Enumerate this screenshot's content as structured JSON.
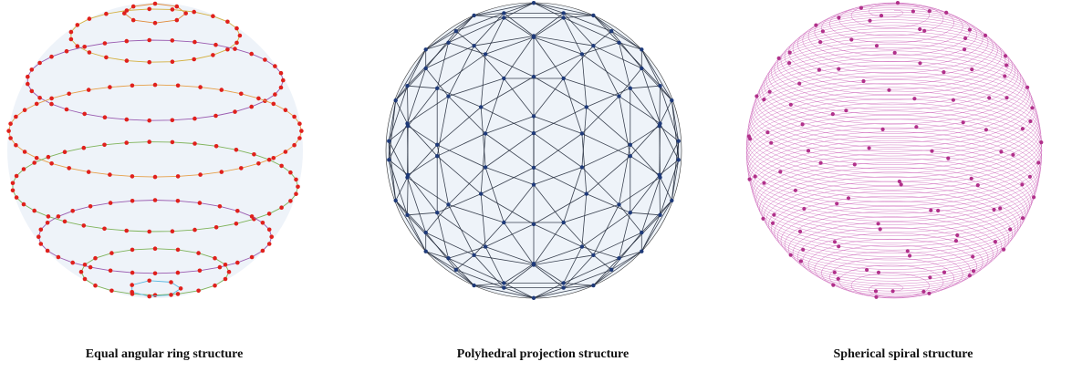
{
  "panels": [
    {
      "caption": "Equal angular ring structure",
      "style": "rings",
      "node_color": "#e0201c",
      "ring_colors": [
        "#e08a3a",
        "#d4b040",
        "#9a5bb0",
        "#e6a04a",
        "#7fb35a",
        "#9a5bb0",
        "#7fb35a",
        "#5ab8e0"
      ]
    },
    {
      "caption": "Polyhedral projection structure",
      "style": "geodesic",
      "node_color": "#1f3a78",
      "edge_color": "#1a2233"
    },
    {
      "caption": "Spherical spiral structure",
      "style": "spiral",
      "node_color": "#b0308a",
      "line_color": "#c040a8"
    }
  ],
  "colors": {
    "sphere_fill": "#eef3f9"
  }
}
